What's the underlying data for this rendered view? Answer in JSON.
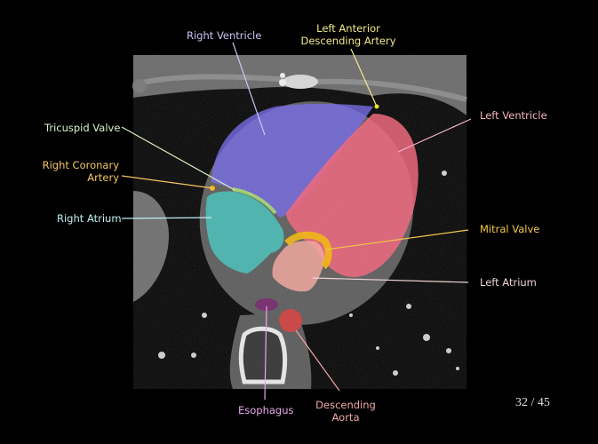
{
  "labels": {
    "right_ventricle": "Right Ventricle",
    "lad_line1": "Left Anterior",
    "lad_line2": "Descending Artery",
    "left_ventricle": "Left Ventricle",
    "tricuspid_valve": "Tricuspid Valve",
    "rca_line1": "Right Coronary",
    "rca_line2": "Artery",
    "right_atrium": "Right Atrium",
    "mitral_valve": "Mitral Valve",
    "left_atrium": "Left Atrium",
    "esophagus": "Esophagus",
    "aorta_line1": "Descending",
    "aorta_line2": "Aorta"
  },
  "colors": {
    "right_ventricle": "#c9c6f2",
    "lad": "#f2ea8a",
    "left_ventricle": "#f5b5c3",
    "tricuspid_valve": "#d9f2c6",
    "rca": "#f2c766",
    "right_atrium": "#c3f0f0",
    "mitral_valve": "#f2c84a",
    "left_atrium": "#f2d3d3",
    "esophagus": "#eaa6ea",
    "aorta": "#f2a8a8"
  },
  "pagination": {
    "current": 32,
    "total": 45,
    "text": "32 / 45"
  }
}
